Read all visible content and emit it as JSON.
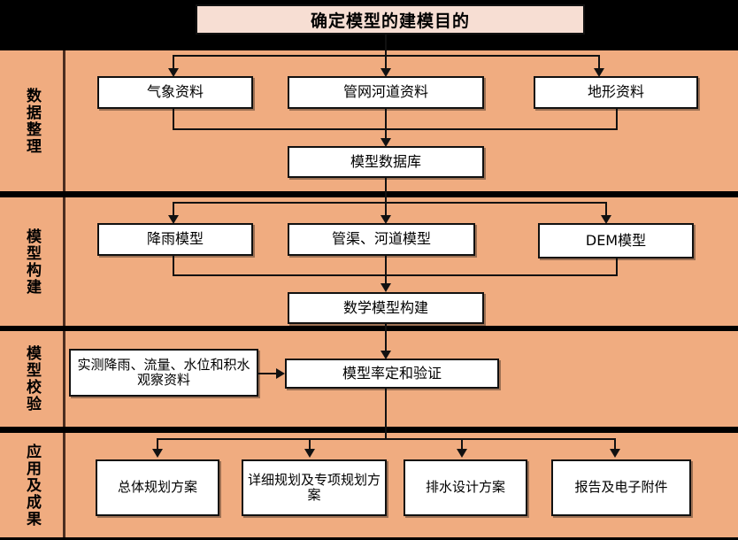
{
  "diagram": {
    "title": "确定模型的建模目的",
    "title_bg": "#F7DED3",
    "band_bg": "#F0AC80",
    "box_bg": "#FFFFFF",
    "line_color": "#111111",
    "sections": [
      {
        "label": "数据整理"
      },
      {
        "label": "模型构建"
      },
      {
        "label": "模型校验"
      },
      {
        "label": "应用及成果"
      }
    ],
    "nodes": {
      "weather_data": "气象资料",
      "pipe_river_data": "管网河道资料",
      "terrain_data": "地形资料",
      "model_database": "模型数据库",
      "rainfall_model": "降雨模型",
      "channel_river_model": "管渠、河道模型",
      "dem_model": "DEM模型",
      "math_model_build": "数学模型构建",
      "observed_data": "实测降雨、流量、水位和积水观察资料",
      "calibration_validation": "模型率定和验证",
      "master_plan": "总体规划方案",
      "detailed_plan": "详细规划及专项规划方案",
      "drainage_design": "排水设计方案",
      "report_attachments": "报告及电子附件"
    }
  }
}
